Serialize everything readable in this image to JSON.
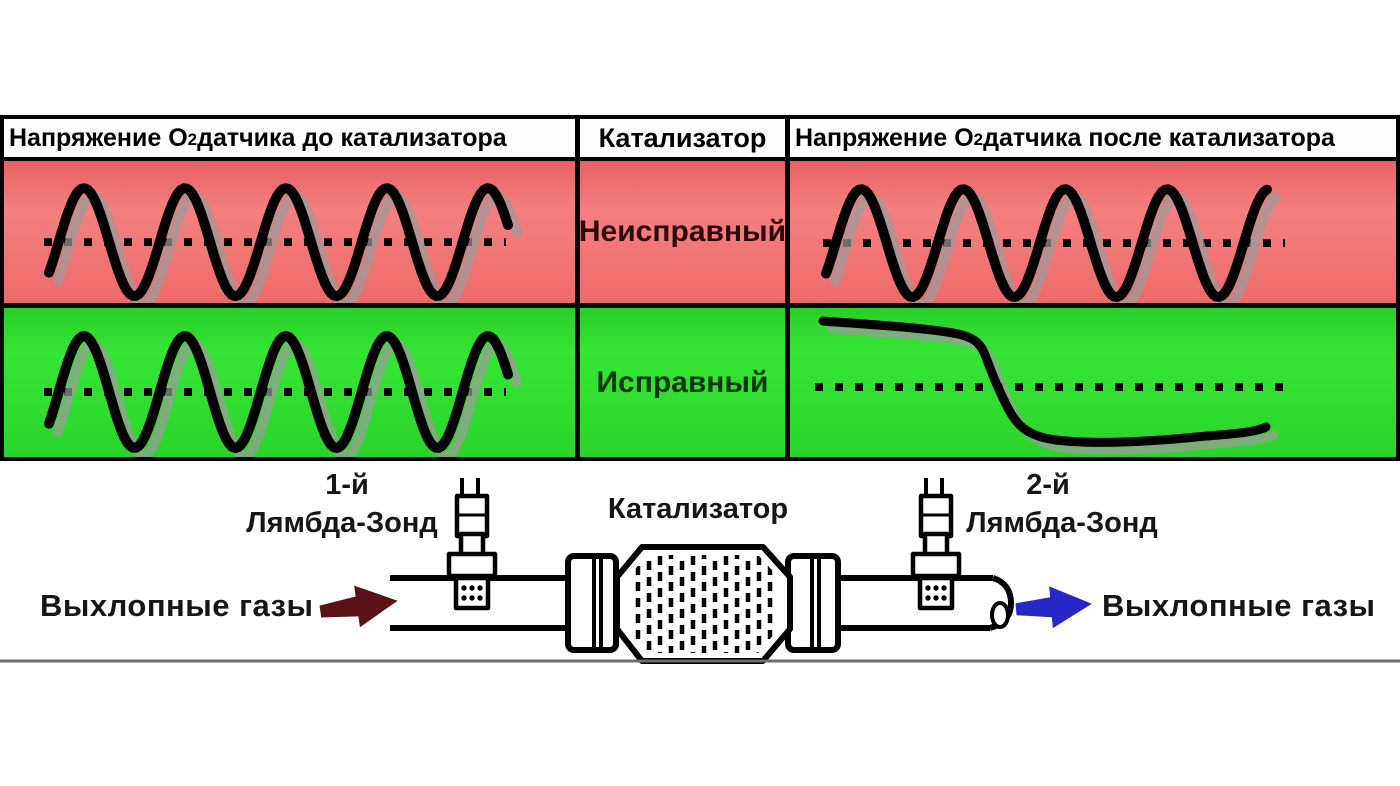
{
  "table": {
    "header": {
      "left_pre": "Напряжение O",
      "left_sub": "2",
      "left_post": " датчика до катализатора",
      "middle": "Катализатор",
      "right_pre": "Напряжение O",
      "right_sub": "2",
      "right_post": " датчика после катализатора"
    },
    "rows": [
      {
        "label": "Неисправный"
      },
      {
        "label": "Исправный"
      }
    ]
  },
  "diagram": {
    "sensor1_line1": "1-й",
    "sensor1_line2": "Лямбда-Зонд",
    "sensor2_line1": "2-й",
    "sensor2_line2": "Лямбда-Зонд",
    "catalyst": "Катализатор",
    "exhaust_left": "Выхлопные газы",
    "exhaust_right": "Выхлопные газы"
  },
  "colors": {
    "faulty_bg": "#f06e6e",
    "ok_bg": "#2edc2e",
    "faulty_text": "#2d0808",
    "ok_text": "#063806",
    "wave": "#000000",
    "wave_shadow": "#9b9b9b",
    "arrow_left": "#5a1216",
    "arrow_right": "#2727c8",
    "border": "#000000"
  }
}
